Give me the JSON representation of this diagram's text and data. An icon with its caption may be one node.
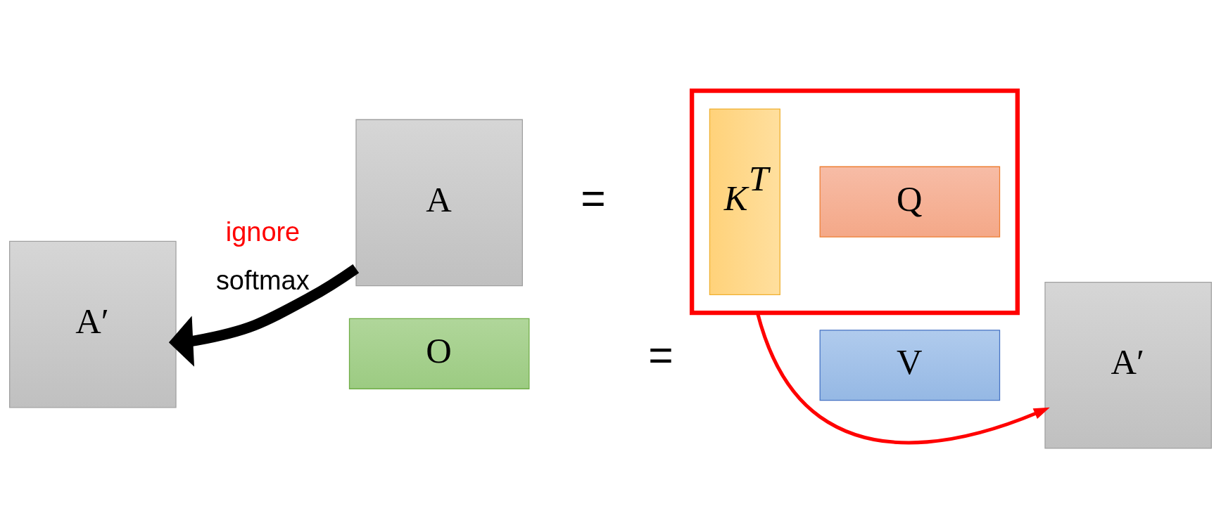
{
  "diagram": {
    "nodes": [
      {
        "text": [
          "A′"
        ]
      },
      {
        "text": [
          "A"
        ]
      },
      {
        "text": [],
        "shape": "box"
      },
      {
        "text": [
          "K$^{T}$"
        ],
        "in": 2
      },
      {
        "text": [
          "Q"
        ],
        "in": 2
      },
      {
        "text": [
          "O"
        ]
      },
      {
        "text": [
          "V"
        ]
      },
      {
        "text": [
          "A′"
        ]
      }
    ],
    "edges": [
      {
        "from": 1,
        "to": 0,
        "arrow": "to",
        "label": "softmax",
        "style": "thick"
      },
      {
        "from": 2,
        "to": 7,
        "arrow": "to",
        "color": "#ff0000"
      }
    ],
    "labels": [
      "=",
      "ignore",
      "="
    ]
  }
}
